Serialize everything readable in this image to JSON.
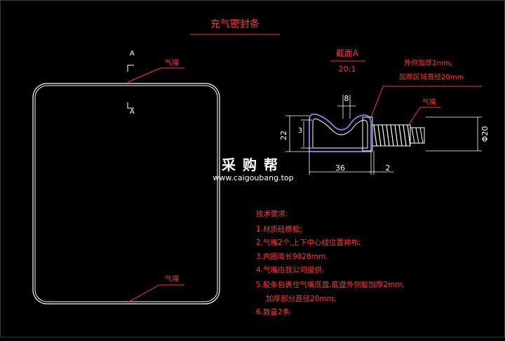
{
  "title": "充气密封条",
  "section": {
    "name": "截面A",
    "scale": "20:1",
    "note_line1": "外侧加厚2mm,",
    "note_line2": "加厚区域直径20mm",
    "valve_label": "气嘴"
  },
  "front_view": {
    "section_mark_top": "A",
    "section_mark_bottom": "A",
    "valve_label_top": "气嘴",
    "valve_label_bottom": "气嘴"
  },
  "dimensions": {
    "d8": "8",
    "d22": "22",
    "d3": "3",
    "d36": "36",
    "d2": "2",
    "dphi20": "Φ20"
  },
  "watermark": {
    "cn": "采购帮",
    "url": "www.caigoubang.top"
  },
  "requirements": {
    "heading": "技术要求:",
    "items": [
      "1.材质硅橡胶;",
      "2.气嘴2个,上下中心线位置排布;",
      "3.内圈周长9828mm.",
      "4.气嘴由我公司提供.",
      "5.胶条包裹住气嘴底盘,底盘外侧胶加厚2mm,",
      "加厚部分直径20mm;",
      "6.数量2条."
    ]
  },
  "colors": {
    "line": "#ffffff",
    "dim": "#ffffff",
    "note": "#ff3333",
    "outline_blue": "#6f7fd8",
    "thread": "#ffffff"
  }
}
